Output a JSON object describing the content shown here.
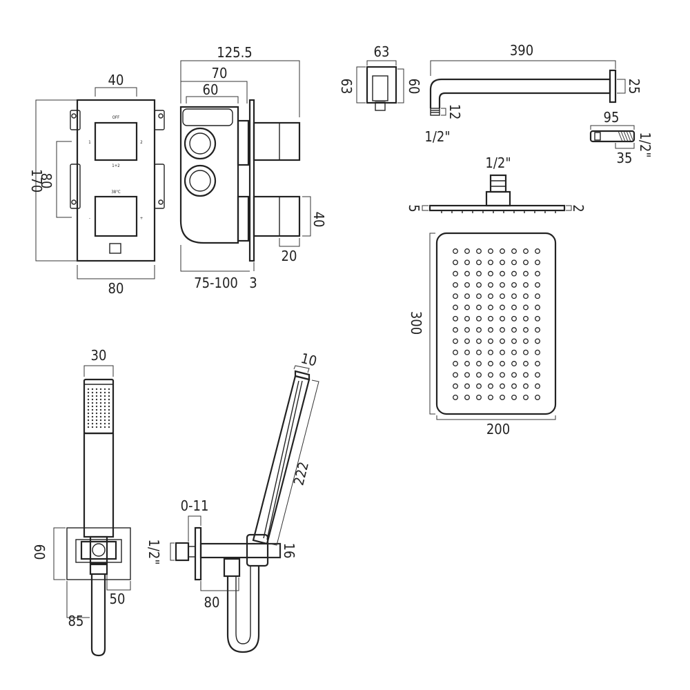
{
  "valve_front": {
    "dim_width_top": "40",
    "dim_height": "170",
    "dim_spacing": "80",
    "dim_width_bottom": "80",
    "label_off": "OFF",
    "label_1": "1",
    "label_2": "2",
    "label_1_2": "1+2",
    "label_temp": "38°C",
    "label_minus": "-",
    "label_plus": "+"
  },
  "valve_side": {
    "dim_total_depth": "125.5",
    "dim_70": "70",
    "dim_60": "60",
    "dim_knob_height": "40",
    "dim_knob_depth": "20",
    "dim_wall_range": "75-100",
    "dim_plate": "3"
  },
  "wall_elbow": {
    "dim_width": "63",
    "dim_height_left": "63",
    "dim_height_right": "60"
  },
  "shower_arm": {
    "dim_length": "390",
    "dim_flange": "25",
    "dim_thread": "12",
    "dim_inlet": "1/2\""
  },
  "arm_end": {
    "dim_length": "95",
    "dim_thread": "1/2\"",
    "dim_width": "35"
  },
  "shower_head_side": {
    "dim_inlet": "1/2\"",
    "dim_left": "5",
    "dim_right": "2"
  },
  "shower_head_top": {
    "dim_height": "300",
    "dim_width": "200"
  },
  "handset_front": {
    "dim_width": "30",
    "dim_bracket_height": "60",
    "dim_bracket_width": "85",
    "dim_outlet_width": "50"
  },
  "handset_side": {
    "dim_head_width": "10",
    "dim_length": "222",
    "dim_adjust": "0-11",
    "dim_inlet": "1/2\"",
    "dim_16": "16",
    "dim_80": "80"
  }
}
